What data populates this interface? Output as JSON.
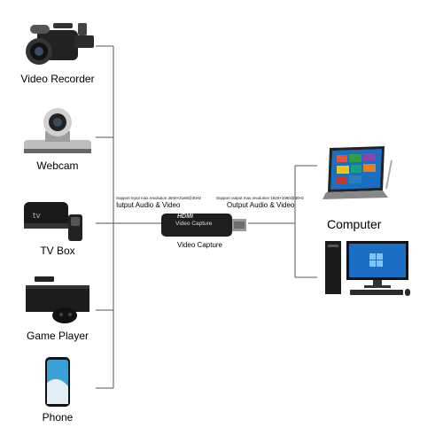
{
  "devices": [
    {
      "label": "Video Recorder",
      "icon": "video-camera-icon"
    },
    {
      "label": "Webcam",
      "icon": "webcam-icon"
    },
    {
      "label": "TV Box",
      "icon": "tv-box-icon"
    },
    {
      "label": "Game Player",
      "icon": "game-console-icon"
    },
    {
      "label": "Phone",
      "icon": "smartphone-icon"
    }
  ],
  "capture": {
    "input_spec": "Support input max resolution 3840×2160@30Hz",
    "input_label": "Iutput Audio & Video",
    "output_spec": "Support output max resolution 1920×1080@30Hz",
    "output_label": "Output Audio & Video",
    "device_label": "Video Capture",
    "dongle_brand": "HDMI",
    "dongle_text": "Video Capture"
  },
  "computer": {
    "label": "Computer"
  },
  "colors": {
    "line": "#555555",
    "device_body": "#1e1e1e",
    "screen_blue": "#1a6fc4"
  }
}
